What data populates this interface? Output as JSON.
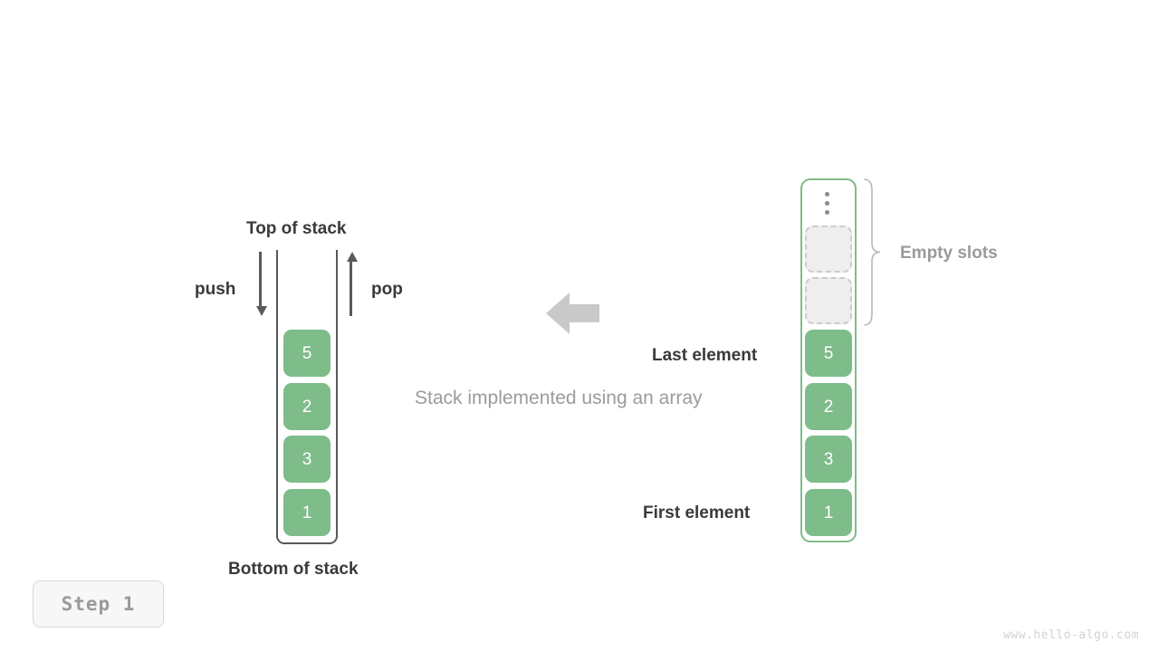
{
  "diagram": {
    "caption": "Stack implemented using an array",
    "step_badge": "Step 1",
    "watermark": "www.hello-algo.com",
    "accent_green": "#7ebc8a",
    "label_dark": "#3a3a3a",
    "label_gray": "#9a9a9a",
    "empty_slot_fill": "#eeeeee",
    "empty_slot_border": "#cccccc",
    "arrow_gray": "#5e5959",
    "center_arrow_color": "#c9c9c9"
  },
  "left_stack": {
    "top_label": "Top of stack",
    "bottom_label": "Bottom of stack",
    "push_label": "push",
    "pop_label": "pop",
    "values": [
      "5",
      "2",
      "3",
      "1"
    ]
  },
  "right_array": {
    "empty_label": "Empty slots",
    "last_element_label": "Last element",
    "first_element_label": "First element",
    "ellipsis_icon": "vertical-ellipsis-icon",
    "empty_slots": [
      "",
      ""
    ],
    "values": [
      "5",
      "2",
      "3",
      "1"
    ]
  }
}
